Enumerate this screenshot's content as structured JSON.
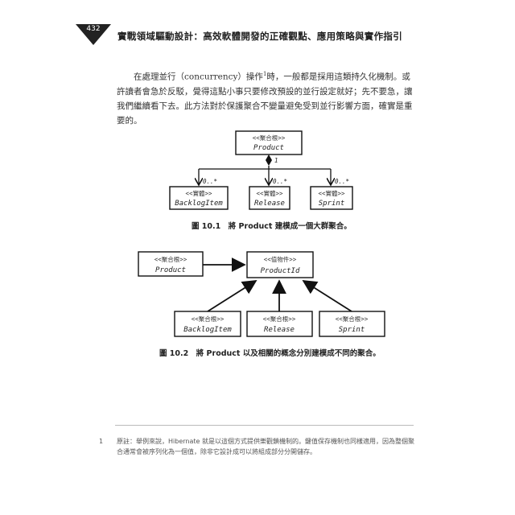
{
  "header": {
    "page_number": "432",
    "title": "實戰領域驅動設計：高效軟體開發的正確觀點、應用策略與實作指引"
  },
  "body": {
    "para1": "在處理並行（concurrency）操作",
    "para1_sup": "1",
    "para1_rest": "時，一般都是採用這類持久化機制。或許讀者會急於反駁，覺得這點小事只要修改預設的並行設定就好；先不要急，讓我們繼續看下去。此方法對於保護聚合不變量避免受到並行影響方面，確實是重要的。"
  },
  "figure1": {
    "root": {
      "stereotype": "<<聚合根>>",
      "name": "Product"
    },
    "root_multiplicity": "1",
    "children": [
      {
        "stereotype": "<<實體>>",
        "name": "BacklogItem",
        "multiplicity": "0..*"
      },
      {
        "stereotype": "<<實體>>",
        "name": "Release",
        "multiplicity": "0..*"
      },
      {
        "stereotype": "<<實體>>",
        "name": "Sprint",
        "multiplicity": "0..*"
      }
    ],
    "caption": "圖 10.1　將 Product 建模成一個大群聚合。"
  },
  "figure2": {
    "product": {
      "stereotype": "<<聚合根>>",
      "name": "Product"
    },
    "value": {
      "stereotype": "<<值物件>>",
      "name": "ProductId"
    },
    "children": [
      {
        "stereotype": "<<聚合根>>",
        "name": "BacklogItem"
      },
      {
        "stereotype": "<<聚合根>>",
        "name": "Release"
      },
      {
        "stereotype": "<<聚合根>>",
        "name": "Sprint"
      }
    ],
    "caption": "圖 10.2　將 Product 以及相關的概念分別建模成不同的聚合。"
  },
  "footnote": {
    "mark": "1",
    "text": "原註：舉例來說，Hibernate 就是以這個方式提供樂觀鎖機制的。鍵值保存機制也同樣適用，因為整個聚合通常會被序列化為一個值，除非它設計成可以將組成部分分開儲存。"
  }
}
